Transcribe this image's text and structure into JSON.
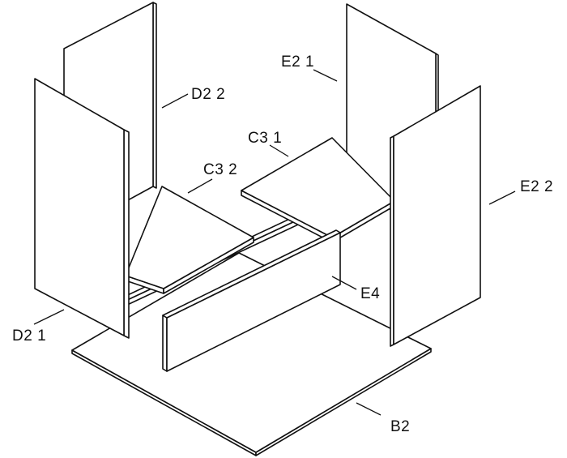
{
  "labels": {
    "d22": "D2 2",
    "e21": "E2 1",
    "c31": "C3 1",
    "c32": "C3 2",
    "e22": "E2 2",
    "e4": "E4",
    "d21": "D2 1",
    "b2": "B2"
  },
  "colors": {
    "line": "#111111",
    "panel": "#ffffff",
    "background": "#ffffff"
  }
}
